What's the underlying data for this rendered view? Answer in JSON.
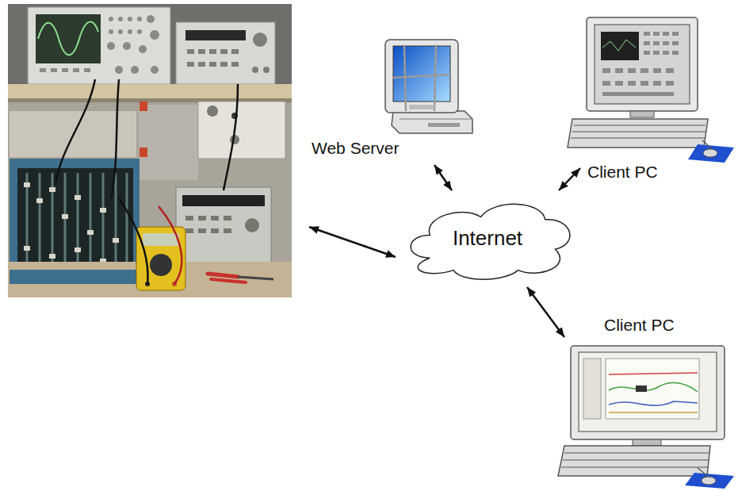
{
  "diagram": {
    "nodes": [
      {
        "text": [
          "Web Server"
        ]
      },
      {
        "text": [
          "Client PC"
        ]
      },
      {
        "text": [
          "Internet"
        ]
      },
      {
        "text": [
          "Client PC"
        ]
      }
    ],
    "edges": [
      {
        "from": 0,
        "to": 2,
        "arrow": "both"
      },
      {
        "from": 1,
        "to": 2,
        "arrow": "both"
      },
      {
        "from": 2,
        "to": 3,
        "arrow": "both"
      }
    ]
  }
}
